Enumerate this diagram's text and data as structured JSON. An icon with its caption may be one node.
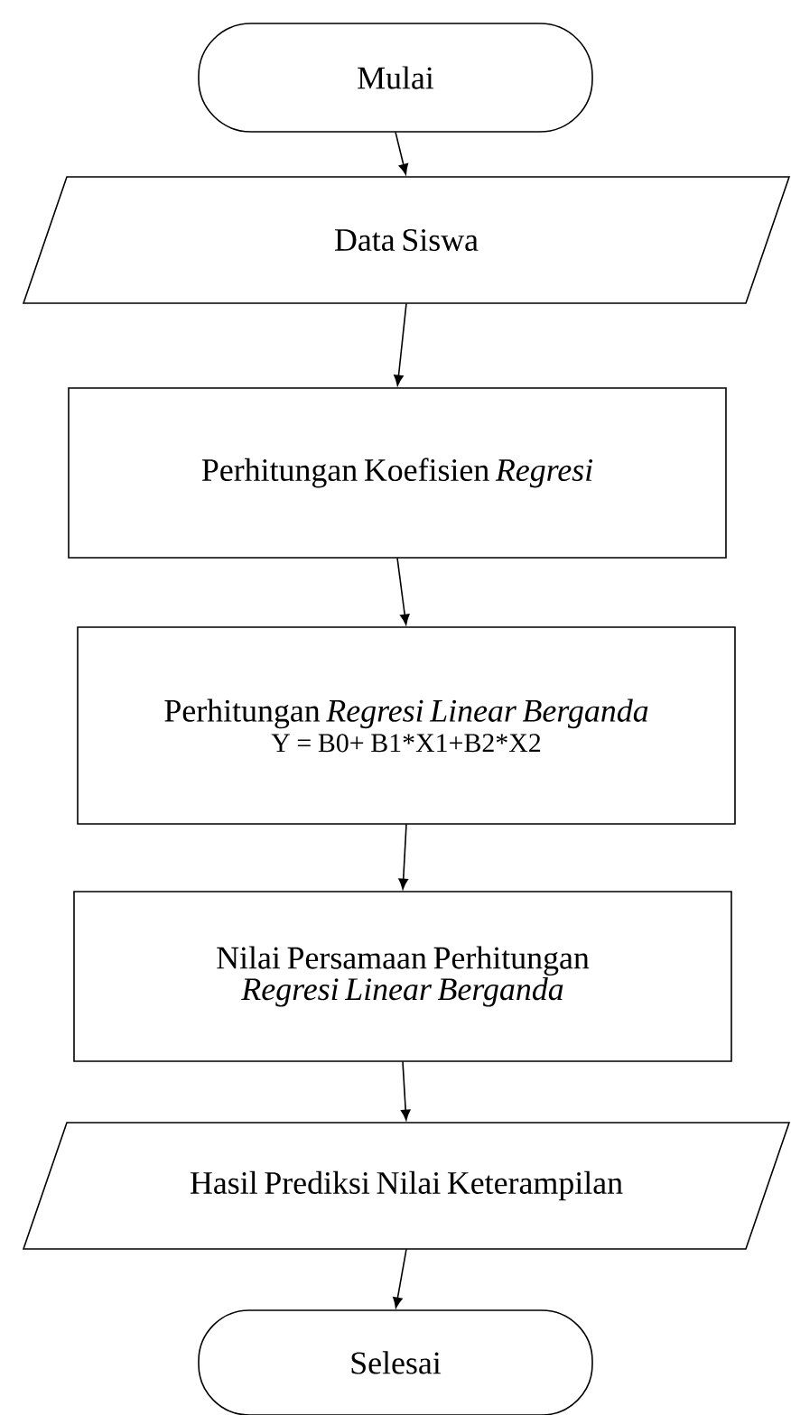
{
  "diagram": {
    "nodes": [
      {
        "text": [
          "Mulai"
        ]
      },
      {
        "text": [
          "Data Siswa"
        ]
      },
      {
        "text": [
          "Perhitungan Koefisien *Regresi*"
        ]
      },
      {
        "text": [
          "Perhitungan *Regresi Linear Berganda*",
          "Y = B0+ B1*X1+B2*X2"
        ]
      },
      {
        "text": [
          "Nilai Persamaan Perhitungan *Regresi Linear Berganda*"
        ]
      },
      {
        "text": [
          "Hasil Prediksi Nilai Keterampilan"
        ]
      },
      {
        "text": [
          "Selesai"
        ]
      }
    ],
    "edges": [
      {
        "from": 0,
        "to": 1,
        "arrow": "to"
      },
      {
        "from": 1,
        "to": 2,
        "arrow": "to"
      },
      {
        "from": 2,
        "to": 3,
        "arrow": "to"
      },
      {
        "from": 3,
        "to": 4,
        "arrow": "to"
      },
      {
        "from": 4,
        "to": 5,
        "arrow": "to"
      },
      {
        "from": 5,
        "to": 6,
        "arrow": "to"
      }
    ]
  }
}
